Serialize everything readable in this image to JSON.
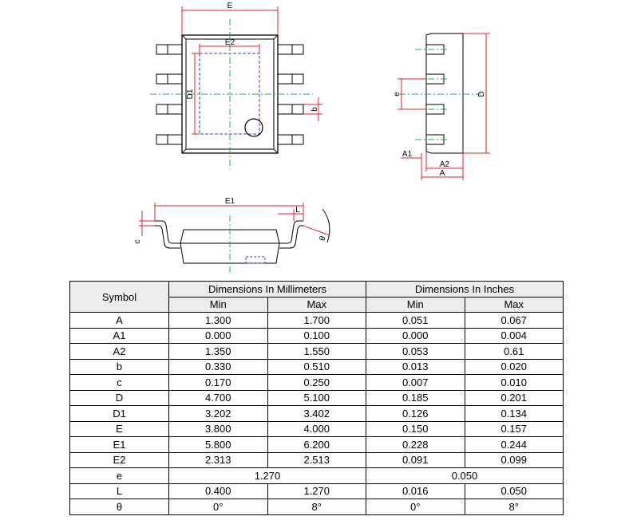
{
  "drawing": {
    "top_labels": {
      "E": "E",
      "E2": "E2",
      "D1": "D1",
      "b": "b"
    },
    "side_labels": {
      "e": "e",
      "D": "D",
      "A1": "A1",
      "A2": "A2",
      "A": "A"
    },
    "front_labels": {
      "E1": "E1",
      "L": "L",
      "c": "c",
      "theta": "θ"
    }
  },
  "table": {
    "header": {
      "symbol": "Symbol",
      "mm": "Dimensions In Millimeters",
      "inches": "Dimensions In Inches",
      "min": "Min",
      "max": "Max"
    },
    "rows": [
      {
        "symbol": "A",
        "mm_min": "1.300",
        "mm_max": "1.700",
        "in_min": "0.051",
        "in_max": "0.067"
      },
      {
        "symbol": "A1",
        "mm_min": "0.000",
        "mm_max": "0.100",
        "in_min": "0.000",
        "in_max": "0.004"
      },
      {
        "symbol": "A2",
        "mm_min": "1.350",
        "mm_max": "1.550",
        "in_min": "0.053",
        "in_max": "0.61"
      },
      {
        "symbol": "b",
        "mm_min": "0.330",
        "mm_max": "0.510",
        "in_min": "0.013",
        "in_max": "0.020"
      },
      {
        "symbol": "c",
        "mm_min": "0.170",
        "mm_max": "0.250",
        "in_min": "0.007",
        "in_max": "0.010"
      },
      {
        "symbol": "D",
        "mm_min": "4.700",
        "mm_max": "5.100",
        "in_min": "0.185",
        "in_max": "0.201"
      },
      {
        "symbol": "D1",
        "mm_min": "3.202",
        "mm_max": "3.402",
        "in_min": "0.126",
        "in_max": "0.134"
      },
      {
        "symbol": "E",
        "mm_min": "3.800",
        "mm_max": "4.000",
        "in_min": "0.150",
        "in_max": "0.157"
      },
      {
        "symbol": "E1",
        "mm_min": "5.800",
        "mm_max": "6.200",
        "in_min": "0.228",
        "in_max": "0.244"
      },
      {
        "symbol": "E2",
        "mm_min": "2.313",
        "mm_max": "2.513",
        "in_min": "0.091",
        "in_max": "0.099"
      },
      {
        "symbol": "L",
        "mm_min": "0.400",
        "mm_max": "1.270",
        "in_min": "0.016",
        "in_max": "0.050"
      },
      {
        "symbol": "θ",
        "mm_min": "0°",
        "mm_max": "8°",
        "in_min": "0°",
        "in_max": "8°"
      }
    ],
    "e_row": {
      "symbol": "e",
      "mm": "1.270",
      "in": "0.050"
    }
  },
  "colors": {
    "dimension": "#e8202a",
    "centerline": "#22b14c",
    "hidden": "#3a3ad8",
    "outline": "#000000"
  }
}
